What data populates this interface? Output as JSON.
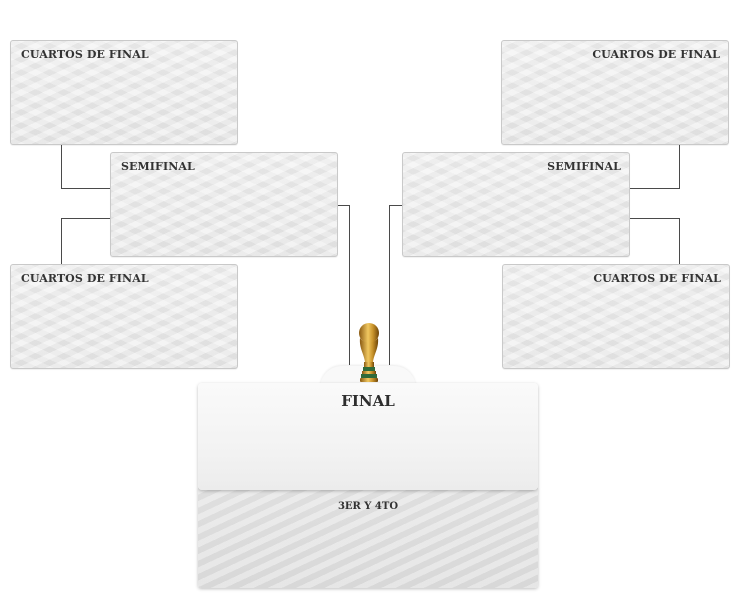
{
  "bracket": {
    "quarterfinal_label": "CUARTOS DE FINAL",
    "semifinal_label": "SEMIFINAL",
    "final_label": "FINAL",
    "third_place_label": "3ER Y 4TO"
  },
  "trophy_icon": "world-cup-trophy-icon",
  "colors": {
    "box_background": "#e8e8e8",
    "box_border": "#c9c9c9",
    "connector": "#4a4a4a",
    "text": "#333333",
    "trophy_gold": "#c8922a"
  }
}
